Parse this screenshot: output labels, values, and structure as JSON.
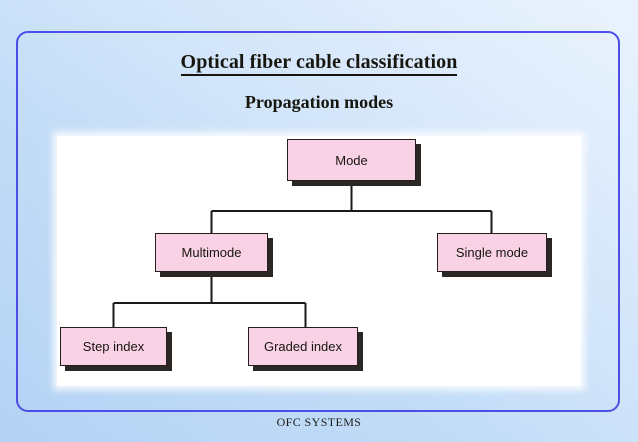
{
  "slide": {
    "title": "Optical fiber cable classification",
    "subtitle": "Propagation modes",
    "footer": "OFC SYSTEMS",
    "frame_color": "#4d4de8",
    "node_fill": "#fad2e6",
    "node_border": "#241f1c",
    "node_shadow": "#2b2724",
    "panel_background": "#ffffff",
    "background_colors": [
      "#eaf3fd",
      "#b3d2f4"
    ]
  },
  "diagram": {
    "type": "tree",
    "nodes": [
      {
        "id": "mode",
        "label": "Mode",
        "level": 0
      },
      {
        "id": "multimode",
        "label": "Multimode",
        "level": 1
      },
      {
        "id": "single-mode",
        "label": "Single mode",
        "level": 1
      },
      {
        "id": "step-index",
        "label": "Step index",
        "level": 2
      },
      {
        "id": "graded-index",
        "label": "Graded index",
        "level": 2
      }
    ],
    "edges": [
      {
        "from": "mode",
        "to": "multimode"
      },
      {
        "from": "mode",
        "to": "single-mode"
      },
      {
        "from": "multimode",
        "to": "step-index"
      },
      {
        "from": "multimode",
        "to": "graded-index"
      }
    ]
  }
}
